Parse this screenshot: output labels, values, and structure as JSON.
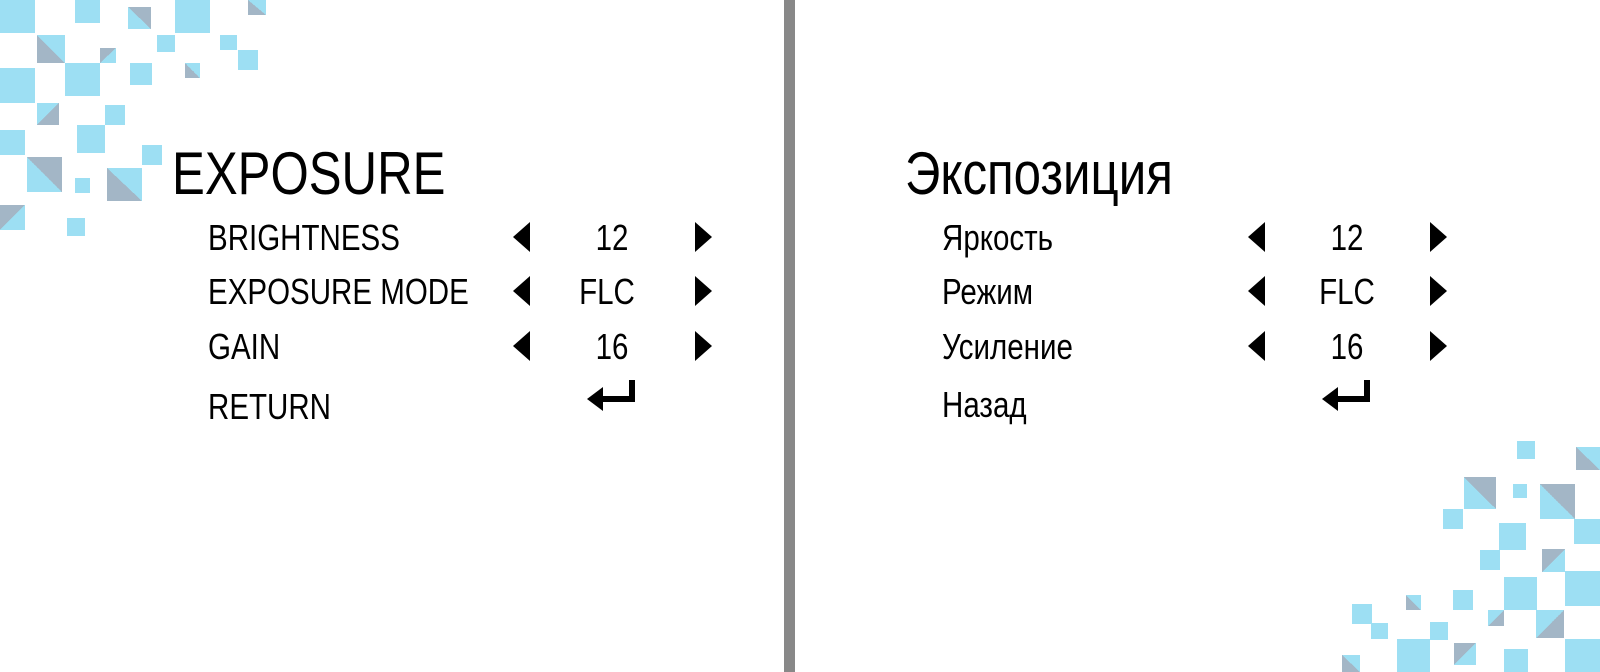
{
  "colors": {
    "square_light": "#9ddff3",
    "square_dark": "#a3b6c6",
    "divider": "#888888"
  },
  "panels": [
    {
      "title": "EXPOSURE",
      "items": [
        {
          "label": "BRIGHTNESS",
          "value": "12"
        },
        {
          "label": "EXPOSURE MODE",
          "value": "FLC"
        },
        {
          "label": "GAIN",
          "value": "16"
        },
        {
          "label": "RETURN",
          "icon": "return-enter-icon"
        }
      ]
    },
    {
      "title": "Экспозиция",
      "items": [
        {
          "label": "Яркость",
          "value": "12"
        },
        {
          "label": "Режим",
          "value": "FLC"
        },
        {
          "label": "Усиление",
          "value": "16"
        },
        {
          "label": "Назад",
          "icon": "return-enter-icon"
        }
      ]
    }
  ]
}
